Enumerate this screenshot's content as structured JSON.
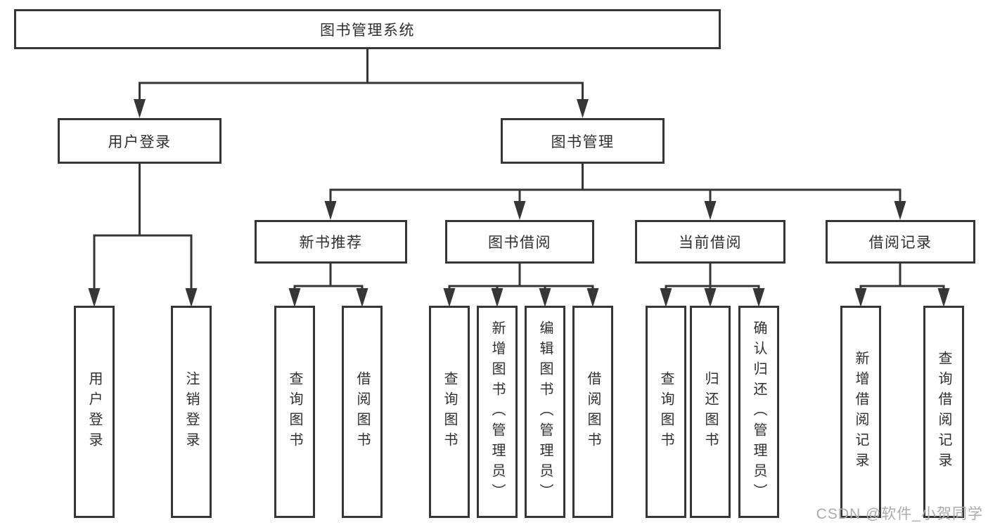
{
  "tree": {
    "root": "图书管理系统",
    "user_login": {
      "label": "用户登录",
      "children": [
        "用户登录",
        "注销登录"
      ]
    },
    "book_management": {
      "label": "图书管理",
      "sections": [
        {
          "label": "新书推荐",
          "children": [
            "查询图书",
            "借阅图书"
          ]
        },
        {
          "label": "图书借阅",
          "children": [
            "查询图书",
            "新增图书（管理员）",
            "编辑图书（管理员）",
            "借阅图书"
          ]
        },
        {
          "label": "当前借阅",
          "children": [
            "查询图书",
            "归还图书",
            "确认归还（管理员）"
          ]
        },
        {
          "label": "借阅记录",
          "children": [
            "新增借阅记录",
            "查询借阅记录"
          ]
        }
      ]
    }
  },
  "watermark": "CSDN @软件_小贺同学",
  "colors": {
    "line": "#363636",
    "text": "#2f2f2f",
    "watermark": "#ababab"
  }
}
